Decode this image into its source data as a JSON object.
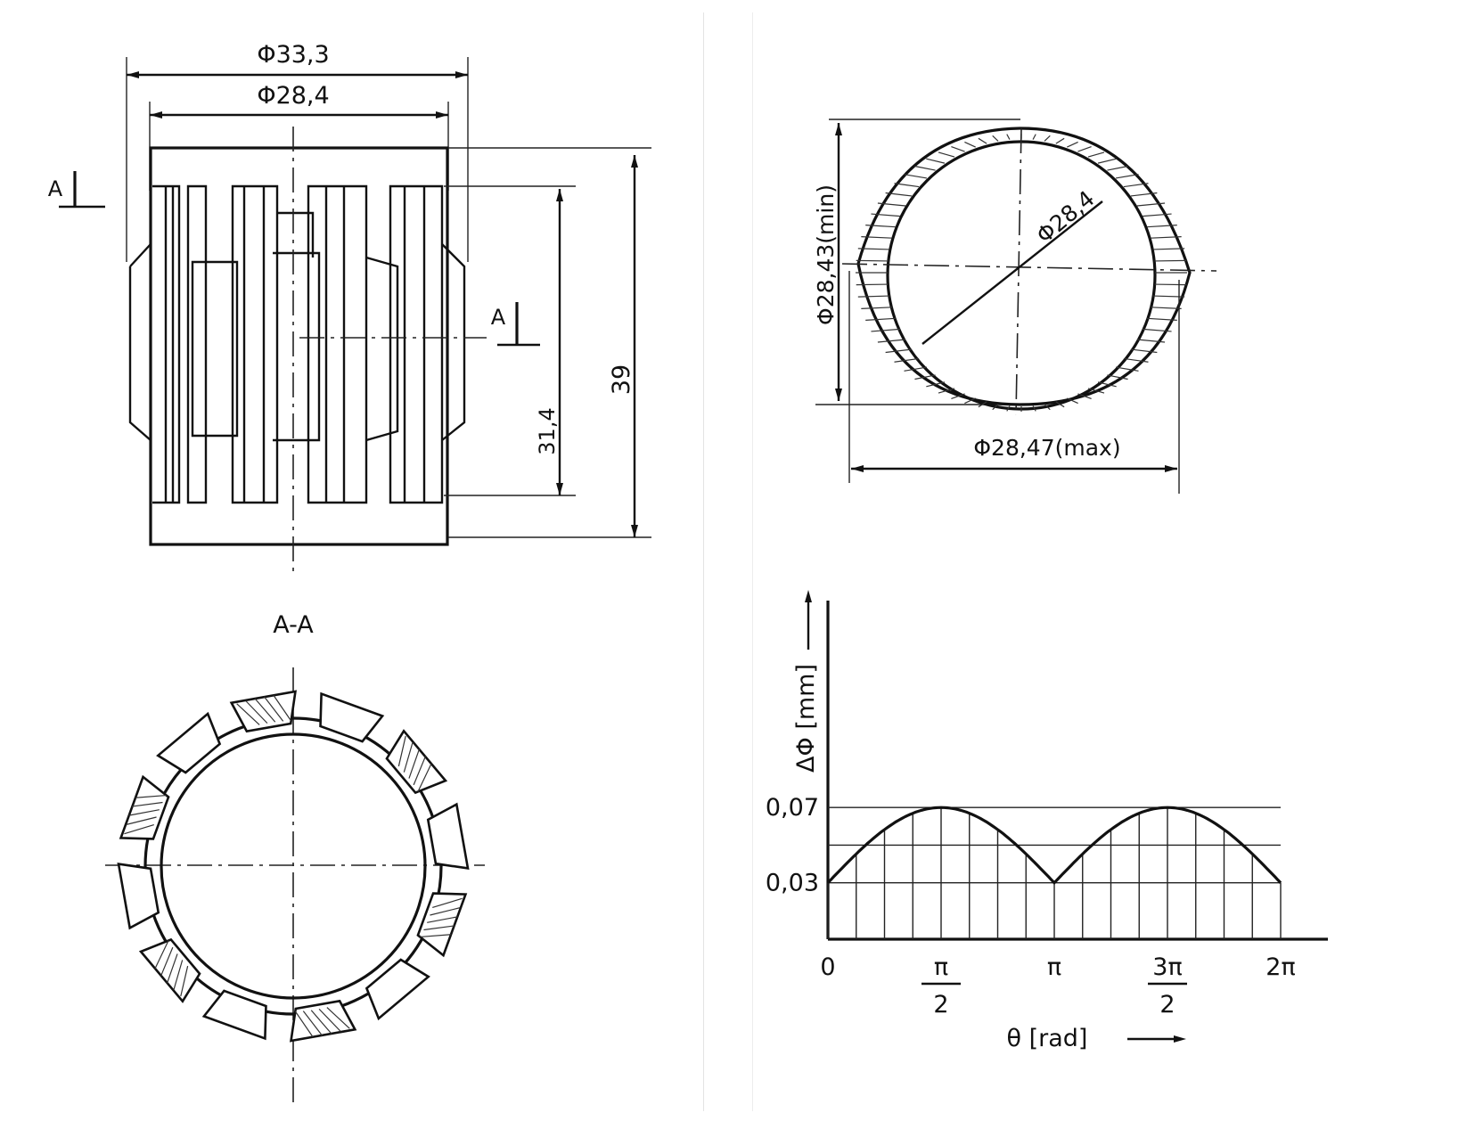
{
  "left": {
    "dim_outer": "Φ33,3",
    "dim_inner": "Φ28,4",
    "dim_height": "39",
    "dim_spline": "31,4",
    "section_mark": "A",
    "section_title": "A-A"
  },
  "right": {
    "dim_min": "Φ28,43(min)",
    "dim_nominal": "Φ28,4",
    "dim_max": "Φ28,47(max)"
  },
  "chart_data": {
    "type": "line",
    "title": "",
    "xlabel": "θ [rad]",
    "ylabel": "ΔΦ [mm]",
    "ytick_labels": [
      "0,03",
      "0,07"
    ],
    "yticks": [
      0.03,
      0.07
    ],
    "xtick_labels": [
      "0",
      "π/2",
      "π",
      "3π/2",
      "2π"
    ],
    "xticks_rad": [
      0,
      1.5708,
      3.1416,
      4.7124,
      6.2832
    ],
    "x": [
      0,
      0.3927,
      0.7854,
      1.1781,
      1.5708,
      1.9635,
      2.3562,
      2.7489,
      3.1416,
      3.5343,
      3.927,
      4.3197,
      4.7124,
      5.1051,
      5.4978,
      5.8905,
      6.2832
    ],
    "y": [
      0.03,
      0.051,
      0.062,
      0.068,
      0.07,
      0.068,
      0.062,
      0.051,
      0.033,
      0.051,
      0.062,
      0.068,
      0.069,
      0.067,
      0.061,
      0.05,
      0.03
    ],
    "xlim": [
      0,
      6.2832
    ],
    "ylim": [
      0,
      0.18
    ],
    "grid": true
  }
}
